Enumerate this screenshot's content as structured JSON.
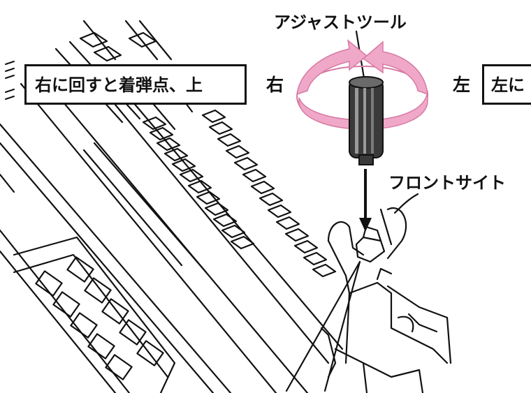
{
  "labels": {
    "adjust_tool": "アジャストツール",
    "front_sight": "フロントサイト",
    "right_turn_effect": "右に回すと着弾点、上",
    "right": "右",
    "left": "左",
    "left_turn_effect_partial": "左に"
  },
  "colors": {
    "line": "#111111",
    "arrow_pink": "#f0a8c8",
    "arrow_pink_dark": "#d77aa5",
    "tool_body": "#3a3a3a",
    "tool_highlight": "#9a9a9a"
  },
  "icons": {
    "tool": "adjust-tool-icon",
    "rotation": "rotation-arrow-icon",
    "down_arrow": "down-arrow-icon"
  }
}
